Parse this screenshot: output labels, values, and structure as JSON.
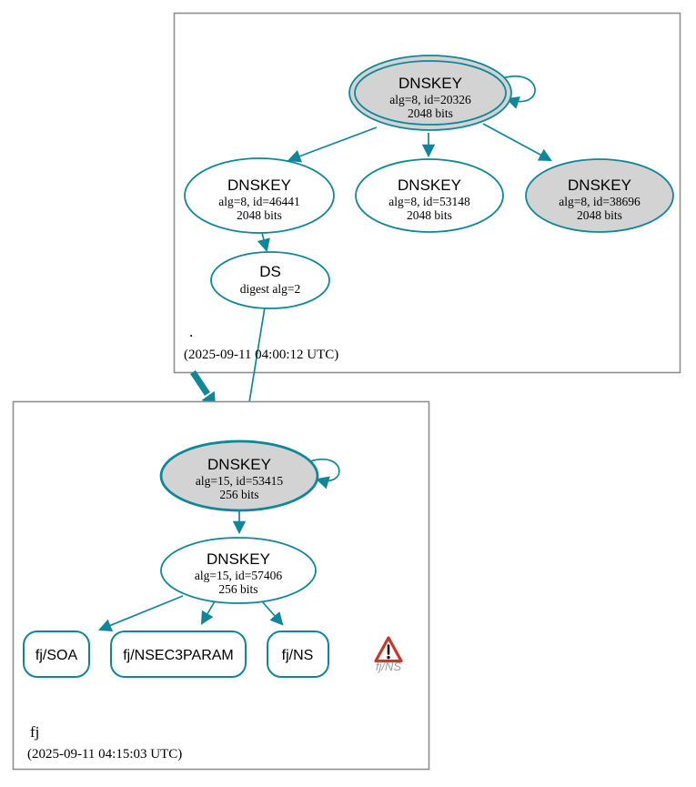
{
  "colors": {
    "edge_teal": "#0e879a",
    "emphasis_fill_gray": "#d3d3d3",
    "cluster_border_gray": "#8f8f8f",
    "warning_red": "#c9372c",
    "caption_gray": "#9e9e9e"
  },
  "root_zone": {
    "label": ".",
    "timestamp": "(2025-09-11 04:00:12 UTC)",
    "nodes": {
      "ksk_20326": {
        "title": "DNSKEY",
        "alg": "alg=8, id=20326",
        "bits": "2048 bits"
      },
      "zsk_46441": {
        "title": "DNSKEY",
        "alg": "alg=8, id=46441",
        "bits": "2048 bits"
      },
      "zsk_53148": {
        "title": "DNSKEY",
        "alg": "alg=8, id=53148",
        "bits": "2048 bits"
      },
      "zsk_38696": {
        "title": "DNSKEY",
        "alg": "alg=8, id=38696",
        "bits": "2048 bits"
      },
      "ds": {
        "title": "DS",
        "detail": "digest alg=2"
      }
    }
  },
  "fj_zone": {
    "label": "fj",
    "timestamp": "(2025-09-11 04:15:03 UTC)",
    "nodes": {
      "ksk_53415": {
        "title": "DNSKEY",
        "alg": "alg=15, id=53415",
        "bits": "256 bits"
      },
      "zsk_57406": {
        "title": "DNSKEY",
        "alg": "alg=15, id=57406",
        "bits": "256 bits"
      },
      "rrset_soa": {
        "label": "fj/SOA"
      },
      "rrset_nsec3param": {
        "label": "fj/NSEC3PARAM"
      },
      "rrset_ns": {
        "label": "fj/NS"
      }
    },
    "warning": {
      "label": "fj/NS",
      "icon": "warning-triangle-icon"
    }
  }
}
